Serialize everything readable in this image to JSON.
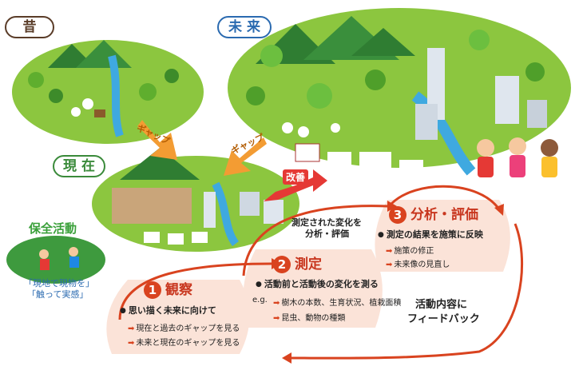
{
  "eras": {
    "past": "昔",
    "present": "現 在",
    "future": "未 来"
  },
  "gap_labels": [
    "ギャップ",
    "ギャップ"
  ],
  "improvement_label": "改善",
  "conservation": {
    "title": "保全活動",
    "lines": [
      "「現地で現物を」",
      "「触って実感」"
    ]
  },
  "feedback_label": [
    "活動内容に",
    "フィードバック"
  ],
  "measured_changes_label": [
    "測定された変化を",
    "分析・評価"
  ],
  "steps": [
    {
      "number": "1",
      "title": "観察",
      "bullet": "思い描く未来に向けて",
      "items": [
        "現在と過去のギャップを見る",
        "未来と現在のギャップを見る"
      ]
    },
    {
      "number": "2",
      "title": "測定",
      "bullet": "活動前と活動後の変化を測る",
      "eg_prefix": "e.g.",
      "items": [
        "樹木の本数、生育状況、植栽面積",
        "昆虫、動物の種類"
      ]
    },
    {
      "number": "3",
      "title": "分析・評価",
      "bullet": "測定の結果を施策に反映",
      "items": [
        "施策の修正",
        "未来像の見直し"
      ]
    }
  ],
  "colors": {
    "past_tag": "#5a3c28",
    "present_tag": "#3a8a3a",
    "future_tag": "#2a6ab0",
    "step_red": "#d9431f",
    "step_bg": "#fbe3d8",
    "grass": "#8cc63f",
    "conservation_title": "#3aa03a"
  }
}
